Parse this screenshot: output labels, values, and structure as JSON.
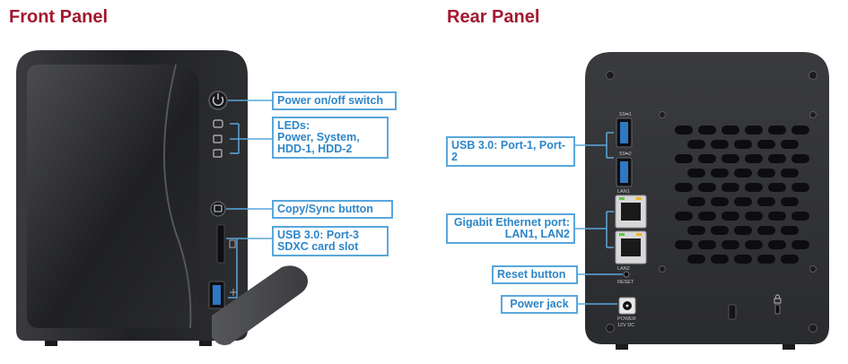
{
  "front": {
    "title": "Front Panel",
    "callouts": {
      "power": "Power on/off switch",
      "leds": [
        "LEDs:",
        "Power, System,",
        "HDD-1, HDD-2"
      ],
      "copy": "Copy/Sync button",
      "usb": [
        "USB 3.0: Port-3",
        "SDXC card slot"
      ]
    }
  },
  "rear": {
    "title": "Rear Panel",
    "callouts": {
      "usb": "USB 3.0: Port-1, Port-2",
      "ethernet": [
        "Gigabit Ethernet port:",
        "LAN1, LAN2"
      ],
      "reset": "Reset button",
      "power": "Power jack"
    },
    "labels": {
      "usb1": "SS⇆1",
      "usb2": "SS⇆2",
      "lan1": "LAN1",
      "lan2": "LAN2",
      "reset": "RESET",
      "power_top": "POWER",
      "power_bottom": "12V DC"
    }
  },
  "colors": {
    "title": "#a3182e",
    "callout_border": "#59a7dc",
    "callout_text": "#2d86c9",
    "device_body": "#2a2b2e",
    "usb_blue": "#2f78c4"
  }
}
